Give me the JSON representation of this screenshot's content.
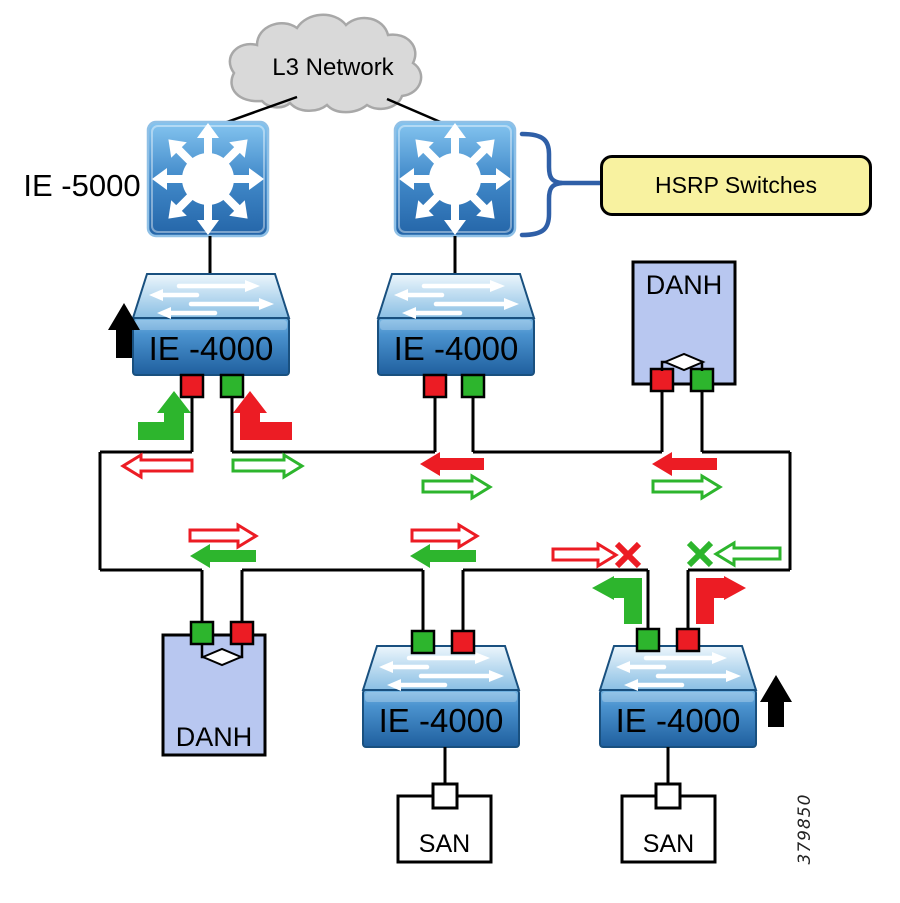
{
  "figure_number": "379850",
  "cloud": {
    "label": "L3 Network"
  },
  "callout": {
    "label": "HSRP Switches"
  },
  "nodes": {
    "ie5000_label": "IE -5000",
    "ie4000_top_left": "IE -4000",
    "ie4000_top_middle": "IE -4000",
    "ie4000_bottom_middle": "IE -4000",
    "ie4000_bottom_right": "IE -4000",
    "danh_top_right": "DANH",
    "danh_bottom_left": "DANH",
    "san_left": "SAN",
    "san_right": "SAN"
  },
  "colors": {
    "ring_green": "#2db52d",
    "ring_red": "#ec1c24",
    "danh_fill": "#b8c7f0",
    "callout_fill": "#f8f2a0",
    "brace_blue": "#2f5fa7",
    "cloud_fill": "#d9d9d9",
    "cloud_border": "#a8a8a8",
    "line_black": "#000000"
  }
}
